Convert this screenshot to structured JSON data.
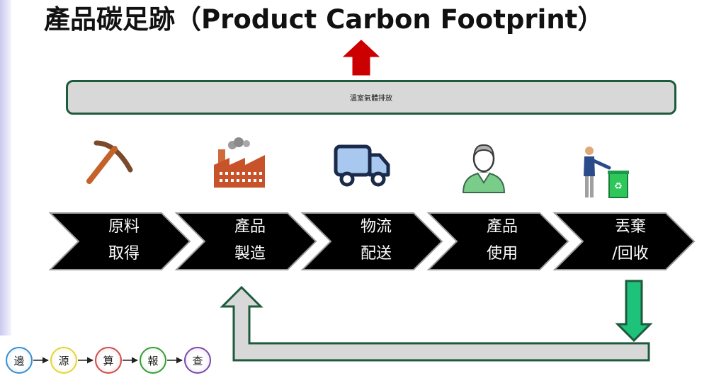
{
  "title": "產品碳足跡（Product Carbon Footprint）",
  "emission_label": "溫室氣體排放",
  "stages": [
    {
      "line1": "原料",
      "line2": "取得",
      "icon": "pickaxe-icon"
    },
    {
      "line1": "產品",
      "line2": "製造",
      "icon": "factory-icon"
    },
    {
      "line1": "物流",
      "line2": "配送",
      "icon": "truck-icon"
    },
    {
      "line1": "產品",
      "line2": "使用",
      "icon": "person-icon"
    },
    {
      "line1": "丟棄",
      "line2": "/回收",
      "icon": "recycle-bin-icon"
    }
  ],
  "legend": [
    {
      "label": "邊",
      "color": "#3a8fd0"
    },
    {
      "label": "源",
      "color": "#e6d23a"
    },
    {
      "label": "算",
      "color": "#d24a4a"
    },
    {
      "label": "報",
      "color": "#3a9a3a"
    },
    {
      "label": "查",
      "color": "#7a4aa8"
    }
  ],
  "colors": {
    "chevron_fill": "#000000",
    "chevron_border": "#9a9a9a",
    "emission_bar_border": "#1e5a3c",
    "up_arrow": "#cc0000",
    "down_arrow": "#1ec27a",
    "return_arrow_fill": "#d8d8d8",
    "return_arrow_border": "#1e5a3c"
  }
}
